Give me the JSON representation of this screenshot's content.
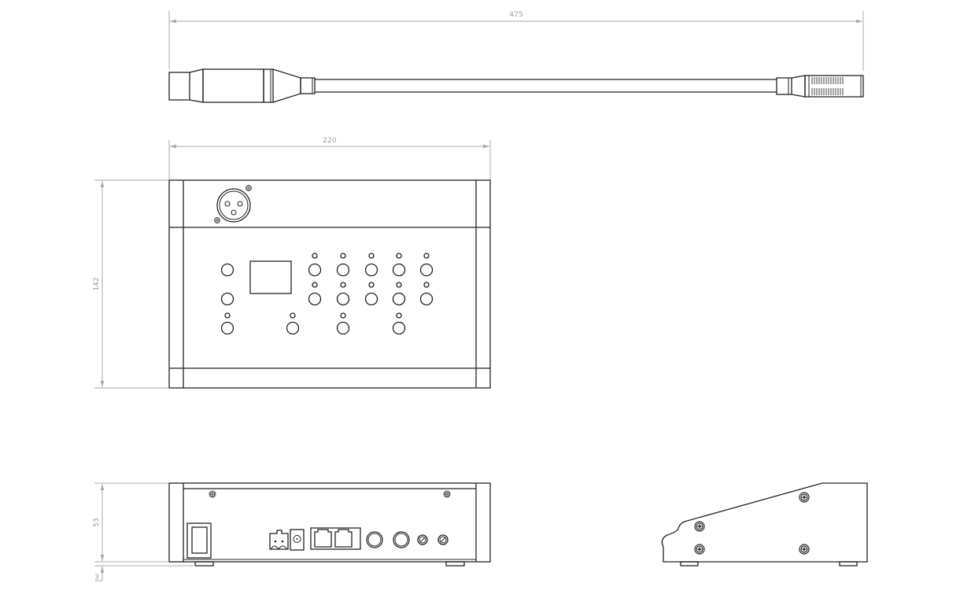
{
  "dimensions": {
    "cable_length": "475",
    "width": "220",
    "depth": "142",
    "height": "53",
    "foot_height": "3"
  },
  "views": [
    "gooseneck-microphone",
    "top-view",
    "rear-view",
    "side-view"
  ]
}
